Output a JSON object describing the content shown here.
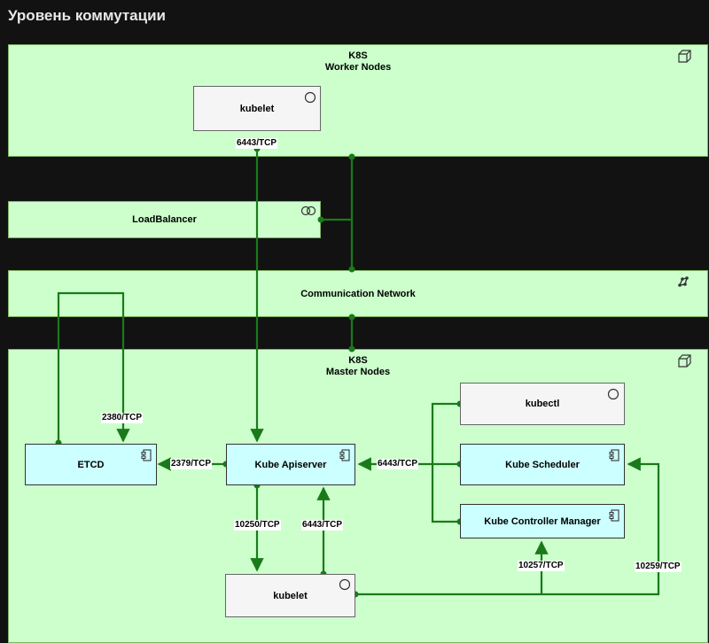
{
  "title": "Уровень коммутации",
  "regions": {
    "worker": {
      "line1": "K8S",
      "line2": "Worker Nodes"
    },
    "loadbalancer": {
      "label": "LoadBalancer"
    },
    "network": {
      "label": "Communication Network"
    },
    "master": {
      "line1": "K8S",
      "line2": "Master Nodes"
    }
  },
  "components": {
    "worker_kubelet": "kubelet",
    "etcd": "ETCD",
    "apiserver": "Kube Apiserver",
    "kubectl": "kubectl",
    "scheduler": "Kube Scheduler",
    "controller_manager": "Kube Controller Manager",
    "master_kubelet": "kubelet"
  },
  "edge_labels": {
    "worker_kubelet_to_api": "6443/TCP",
    "etcd_peer": "2380/TCP",
    "api_to_etcd": "2379/TCP",
    "to_api_6443": "6443/TCP",
    "api_to_kubelet": "10250/TCP",
    "kubelet_to_api": "6443/TCP",
    "controller_manager_port": "10257/TCP",
    "scheduler_port": "10259/TCP"
  },
  "colors": {
    "background": "#121212",
    "region_fill": "#ccffcc",
    "component_fill": "#ccffff",
    "node_fill": "#f5f5f5",
    "wire": "#1a7a1a"
  }
}
